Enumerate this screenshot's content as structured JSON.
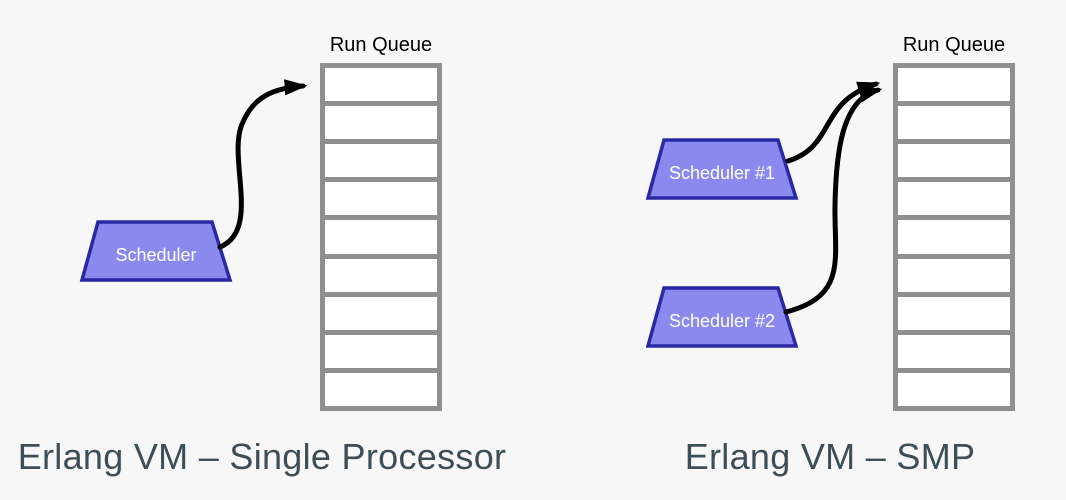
{
  "colors": {
    "bg": "#f7f7f7",
    "queue-gray": "#8f8f8f",
    "sched-fill": "#8a8aee",
    "sched-border": "#2929a3",
    "caption": "#3d4e57",
    "arrow": "#000000"
  },
  "panels": [
    {
      "caption": "Erlang VM – Single Processor",
      "queue": {
        "label": "Run Queue",
        "cells": 9
      },
      "schedulers": [
        {
          "label": "Scheduler"
        }
      ]
    },
    {
      "caption": "Erlang VM – SMP",
      "queue": {
        "label": "Run Queue",
        "cells": 9
      },
      "schedulers": [
        {
          "label": "Scheduler #1"
        },
        {
          "label": "Scheduler #2"
        }
      ]
    }
  ]
}
